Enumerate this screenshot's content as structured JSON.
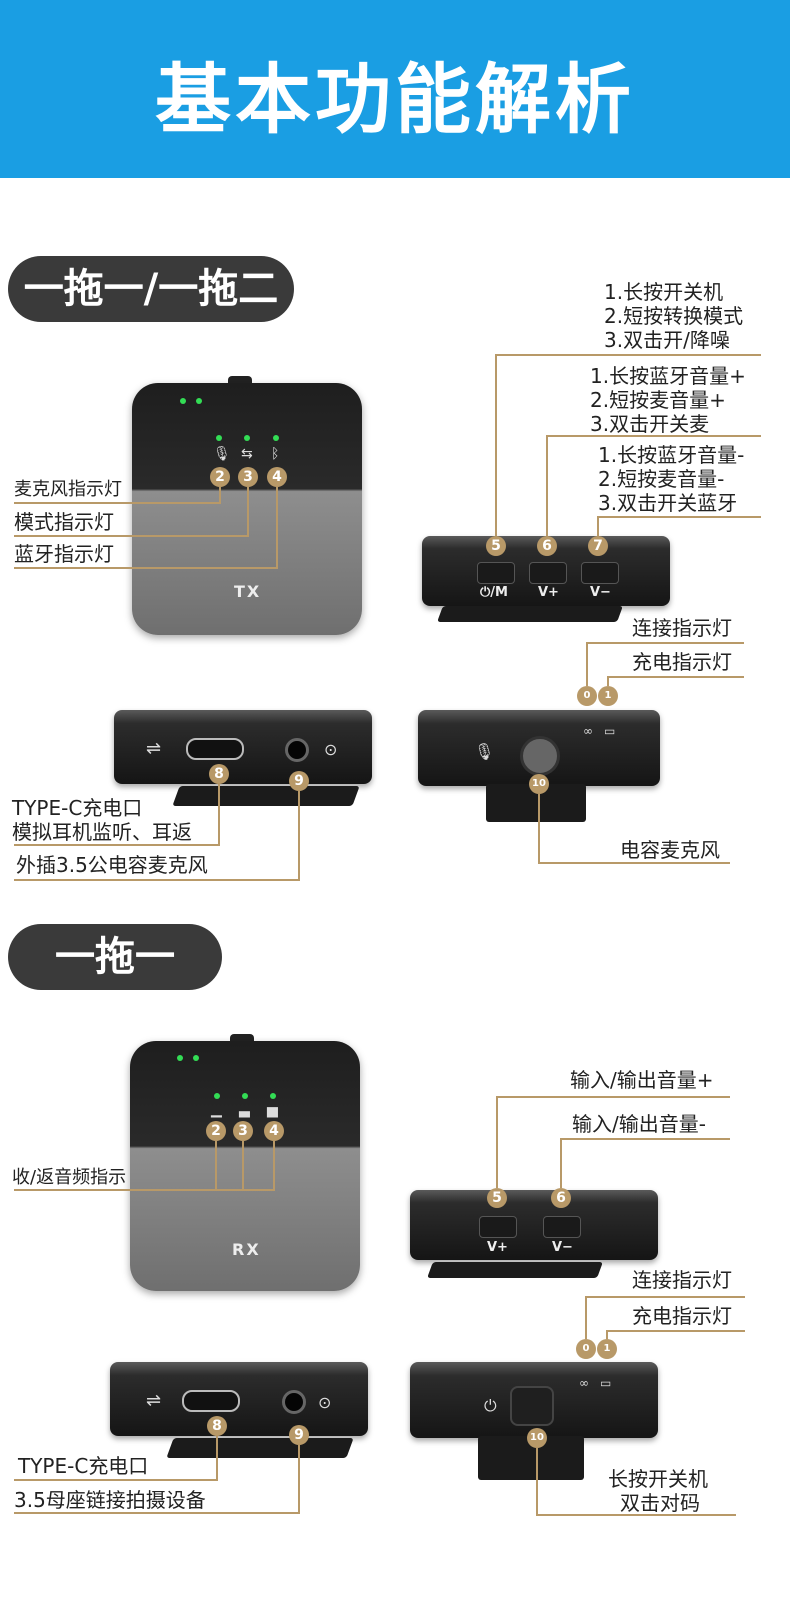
{
  "header": {
    "title": "基本功能解析"
  },
  "section1": {
    "pill": "一拖一/一拖二",
    "tx_tag": "TX",
    "tx_labels": {
      "mic_led": "麦克风指示灯",
      "mode_led": "模式指示灯",
      "bt_led": "蓝牙指示灯"
    },
    "btn5": [
      "1.长按开关机",
      "2.短按转换模式",
      "3.双击开/降噪"
    ],
    "btn6": [
      "1.长按蓝牙音量+",
      "2.短按麦音量+",
      "3.双击开关麦"
    ],
    "btn7": [
      "1.长按蓝牙音量-",
      "2.短按麦音量-",
      "3.双击开关蓝牙"
    ],
    "buttons": [
      "⏻/M",
      "V+",
      "V−"
    ],
    "connect_led": "连接指示灯",
    "charge_led": "充电指示灯",
    "port_labels": [
      "TYPE-C充电口",
      "模拟耳机监听、耳返",
      "外插3.5公电容麦克风"
    ],
    "mic_label": "电容麦克风"
  },
  "section2": {
    "pill": "一拖一",
    "rx_tag": "RX",
    "rx_label": "收/返音频指示",
    "btn5": "输入/输出音量+",
    "btn6": "输入/输出音量-",
    "buttons": [
      "V+",
      "V−"
    ],
    "connect_led": "连接指示灯",
    "charge_led": "充电指示灯",
    "port_labels": [
      "TYPE-C充电口",
      "3.5母座链接拍摄设备"
    ],
    "power_label": [
      "长按开关机",
      "双击对码"
    ]
  },
  "numbers": [
    "2",
    "3",
    "4",
    "5",
    "6",
    "7",
    "8",
    "9",
    "0",
    "1",
    "10"
  ]
}
